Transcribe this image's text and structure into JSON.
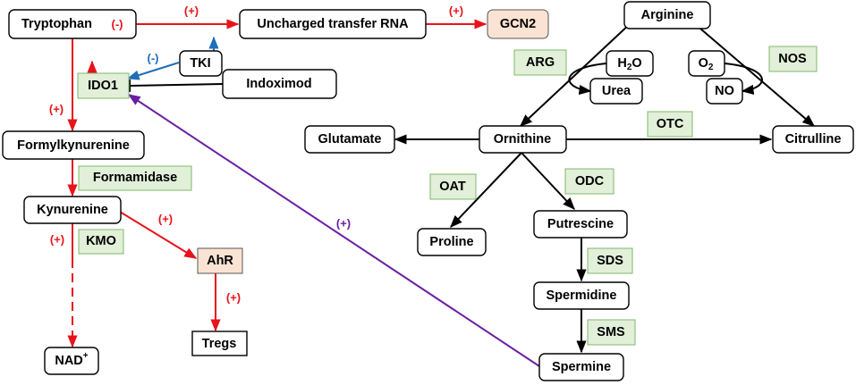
{
  "nodes": {
    "tryptophan": "Tryptophan",
    "uncharged_trna": "Uncharged transfer RNA",
    "gcn2": "GCN2",
    "tki": "TKI",
    "ido1": "IDO1",
    "indoximod": "Indoximod",
    "formylkynurenine": "Formylkynurenine",
    "formamidase": "Formamidase",
    "kynurenine": "Kynurenine",
    "kmo": "KMO",
    "ahr": "AhR",
    "tregs": "Tregs",
    "nad": "NAD",
    "nad_sup": "+",
    "arginine": "Arginine",
    "arg": "ARG",
    "h2o_main": "H",
    "h2o_sub": "2",
    "h2o_tail": "O",
    "urea": "Urea",
    "o2_main": "O",
    "o2_sub": "2",
    "nos": "NOS",
    "no": "NO",
    "glutamate": "Glutamate",
    "ornithine": "Ornithine",
    "otc": "OTC",
    "citrulline": "Citrulline",
    "oat": "OAT",
    "odc": "ODC",
    "proline": "Proline",
    "putrescine": "Putrescine",
    "sds": "SDS",
    "spermidine": "Spermidine",
    "sms": "SMS",
    "spermine": "Spermine"
  },
  "signs": {
    "trp_inhibit": "(-)",
    "trp_to_trna": "(+)",
    "trna_to_gcn2": "(+)",
    "tki_to_ido1": "(-)",
    "trp_to_formyl": "(+)",
    "kyn_to_nad": "(+)",
    "kyn_to_ahr": "(+)",
    "ahr_to_tregs": "(+)",
    "spermine_to_ido1": "(+)"
  },
  "colors": {
    "activation": "#e8131b",
    "inhibition": "#1f6fb8",
    "polyamine_link": "#6a1fa3",
    "enzyme_fill": "#e2efd9",
    "receptor_fill": "#fbe3d3"
  }
}
